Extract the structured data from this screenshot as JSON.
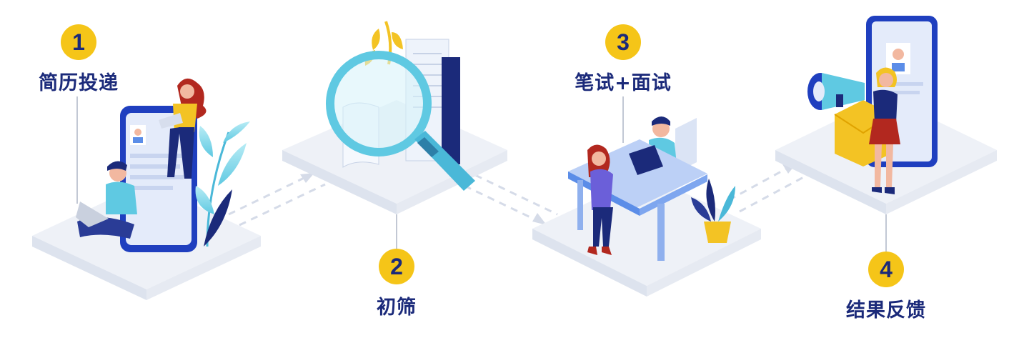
{
  "steps": [
    {
      "number": "1",
      "label": "简历投递"
    },
    {
      "number": "2",
      "label": "初筛"
    },
    {
      "number": "3",
      "label": "笔试+面试"
    },
    {
      "number": "4",
      "label": "结果反馈"
    }
  ],
  "colors": {
    "badge": "#f5c518",
    "label": "#1b2a7a",
    "platform_top": "#eef1f7",
    "platform_side": "#dde3ee",
    "accent_blue": "#2d5fd8",
    "cyan": "#6ad2e8"
  }
}
